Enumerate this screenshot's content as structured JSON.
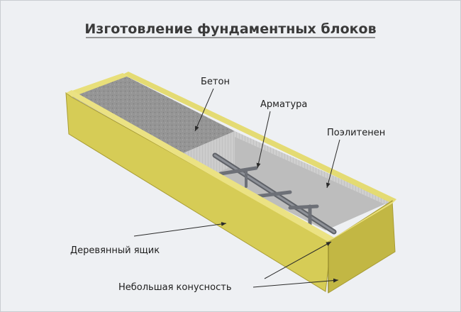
{
  "title": "Изготовление фундаментных блоков",
  "labels": {
    "concrete": "Бетон",
    "rebar": "Арматура",
    "polyethylene": "Поэлитенен",
    "wooden_box": "Деревянный ящик",
    "taper": "Небольшая конусность"
  },
  "colors": {
    "wood": "#d9cf5a",
    "wood_dark": "#b9ad3e",
    "concrete": "#8f8f8f",
    "rebar": "#6d7077"
  }
}
